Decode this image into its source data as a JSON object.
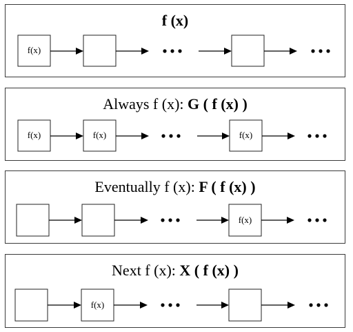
{
  "diagrams": [
    {
      "title_plain": "",
      "title_bold": "f (x)",
      "states": [
        "f(x)",
        "",
        "",
        ""
      ]
    },
    {
      "title_plain": "Always f (x): ",
      "title_bold": "G ( f (x) )",
      "states": [
        "f(x)",
        "f(x)",
        "f(x)",
        ""
      ]
    },
    {
      "title_plain": "Eventually f (x): ",
      "title_bold": "F ( f (x) )",
      "states": [
        "",
        "",
        "f(x)",
        ""
      ]
    },
    {
      "title_plain": "Next f (x): ",
      "title_bold": "X ( f (x) )",
      "states": [
        "",
        "f(x)",
        "",
        ""
      ]
    }
  ],
  "ellipsis": "•••"
}
